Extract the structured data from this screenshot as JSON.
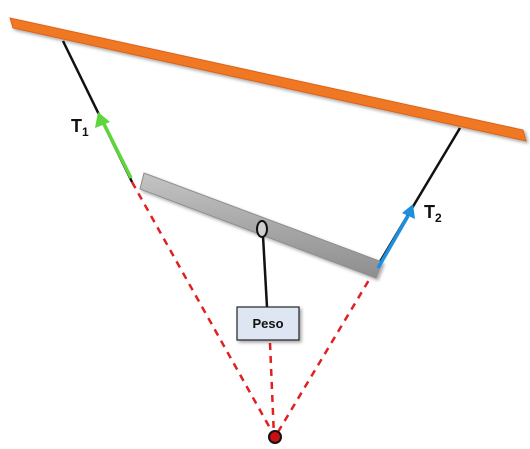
{
  "labels": {
    "t1_main": "T",
    "t1_sub": "1",
    "t2_main": "T",
    "t2_sub": "2",
    "weight": "Peso"
  },
  "colors": {
    "ceiling": "#f07824",
    "ceiling_edge": "#d9631a",
    "rod": "#a6a6a6",
    "rod_edge": "#8c8c8c",
    "rope": "#111111",
    "dashed": "#e02020",
    "arrow_t1": "#5cd63a",
    "arrow_t2": "#1e8fe0",
    "weight_box_fill": "#dde6f2",
    "weight_box_stroke": "#222222",
    "concurrence_point": "#c81010"
  }
}
